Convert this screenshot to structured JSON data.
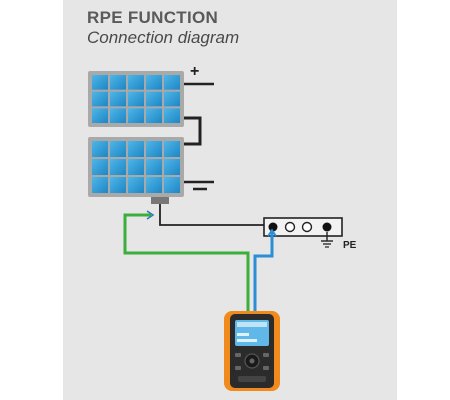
{
  "header": {
    "title": "RPE FUNCTION",
    "subtitle": "Connection diagram"
  },
  "diagram": {
    "positive_symbol": "+",
    "pe_label": "PE",
    "colors": {
      "background": "#e6e6e6",
      "panel_frame": "#a9a9a9",
      "panel_cell": "#3aa6dc",
      "wire_black": "#222222",
      "wire_green": "#3cae3c",
      "wire_blue": "#2a8fd6",
      "instrument_orange": "#f08a1c",
      "instrument_body": "#2b2b2b",
      "instrument_screen": "#5fb8e8"
    },
    "icons": [
      "solar-panel",
      "ground-icon",
      "test-instrument"
    ]
  }
}
